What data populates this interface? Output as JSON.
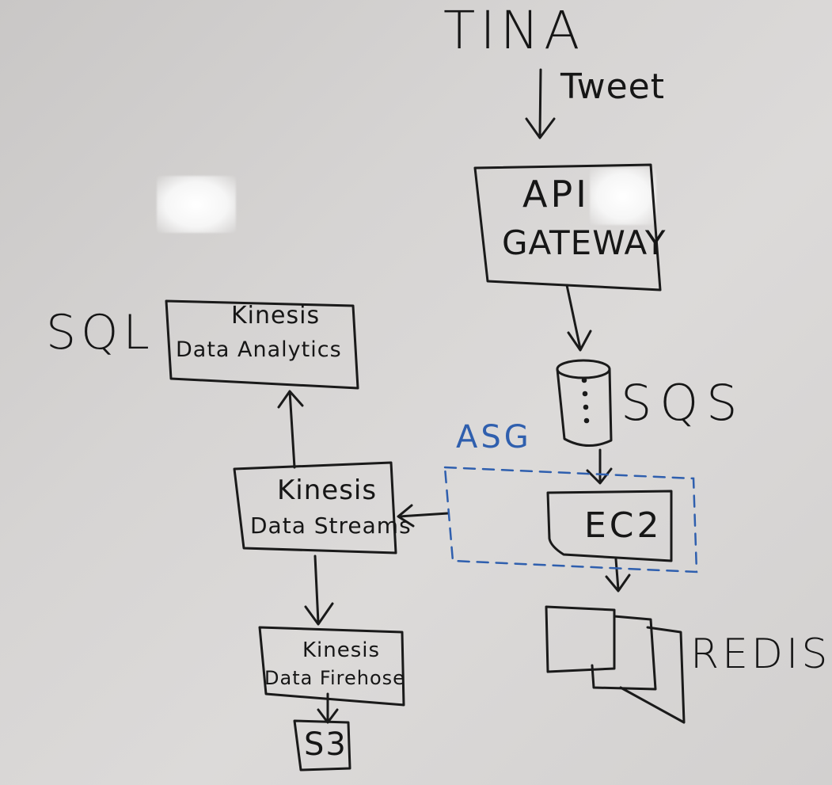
{
  "diagram": {
    "user": "TINA",
    "tweet_label": "Tweet",
    "api_gateway": {
      "line1": "API",
      "line2": "GATEWAY"
    },
    "sqs": "SQS",
    "asg": "ASG",
    "ec2": "EC2",
    "redis": "REDIS",
    "sql": "SQL",
    "kinesis_analytics": {
      "line1": "Kinesis",
      "line2": "Data Analytics"
    },
    "kinesis_streams": {
      "line1": "Kinesis",
      "line2": "Data Streams"
    },
    "kinesis_firehose": {
      "line1": "Kinesis",
      "line2": "Data Firehose"
    },
    "s3": "S3"
  },
  "colors": {
    "marker_black": "#1a1a1a",
    "marker_blue": "#2f5fae",
    "whiteboard": "#d6d4d3"
  }
}
